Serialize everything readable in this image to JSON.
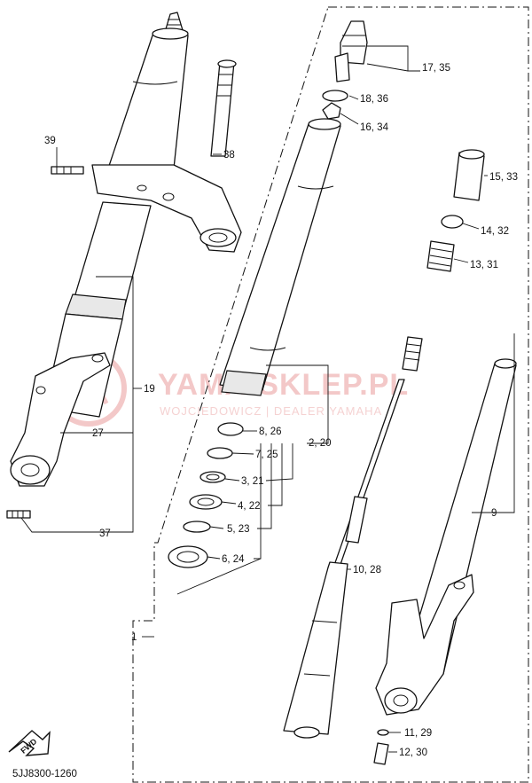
{
  "diagram": {
    "code": "5JJ8300-1260",
    "fwd_badge": "FWD",
    "watermark": {
      "title": "YAMA-SKLEP.PL",
      "subtitle": "WOJCIEDOWICZ | DEALER YAMAHA"
    },
    "callouts": {
      "c1": "1",
      "c2_20": "2, 20",
      "c3_21": "3, 21",
      "c4_22": "4, 22",
      "c5_23": "5, 23",
      "c6_24": "6, 24",
      "c7_25": "7, 25",
      "c8_26": "8, 26",
      "c9": "9",
      "c10_28": "10, 28",
      "c11_29": "11, 29",
      "c12_30": "12, 30",
      "c13_31": "13, 31",
      "c14_32": "14, 32",
      "c15_33": "15, 33",
      "c16_34": "16, 34",
      "c17_35": "17, 35",
      "c18_36": "18, 36",
      "c19": "19",
      "c27": "27",
      "c37": "37",
      "c38": "38",
      "c39": "39"
    }
  }
}
